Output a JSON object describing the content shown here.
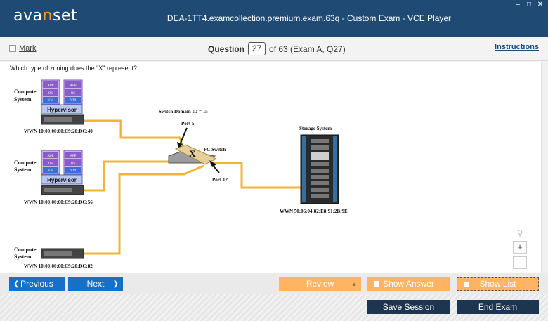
{
  "app": {
    "logo_pre": "ava",
    "logo_accent": "n",
    "logo_post": "set",
    "window_title": "DEA-1TT4.examcollection.premium.exam.63q - Custom Exam - VCE Player"
  },
  "header": {
    "mark_label": "Mark",
    "question_label": "Question",
    "question_number": "27",
    "question_total": "of 63 (Exam A, Q27)",
    "instructions_label": "Instructions"
  },
  "question": {
    "text": "Which type of zoning does the \"X\" represent?"
  },
  "diagram": {
    "compute_label_line1": "Compute",
    "compute_label_line2": "System",
    "app": "APP",
    "os": "OS",
    "vm": "VM",
    "hypervisor": "Hypervisor",
    "wwn1": "WWN 10:00:00:00:C9:20:DC:40",
    "wwn2": "WWN 10:00:00:00:C9:20:DC:56",
    "wwn3": "WWN 10:00:00:00:C9:20:DC:82",
    "switch_domain": "Switch Domain ID = 15",
    "port5": "Port 5",
    "port12": "Port 12",
    "fc_switch": "FC Switch",
    "x_mark": "X",
    "storage_label": "Storage System",
    "storage_wwn": "WWN 50:06:04:82:E8:91:2B:9E",
    "colors": {
      "cable": "#f0b536",
      "vm_purple": "#8a5cc8",
      "vm_blue": "#3a6fd8"
    }
  },
  "nav": {
    "previous": "Previous",
    "next": "Next",
    "review": "Review",
    "show_answer": "Show Answer",
    "show_list": "Show List",
    "save_session": "Save Session",
    "end_exam": "End Exam"
  },
  "colors": {
    "titlebar": "#1e4a73",
    "accent_blue": "#1670c8",
    "accent_orange": "#ffb464",
    "dark_button": "#1e3550"
  }
}
